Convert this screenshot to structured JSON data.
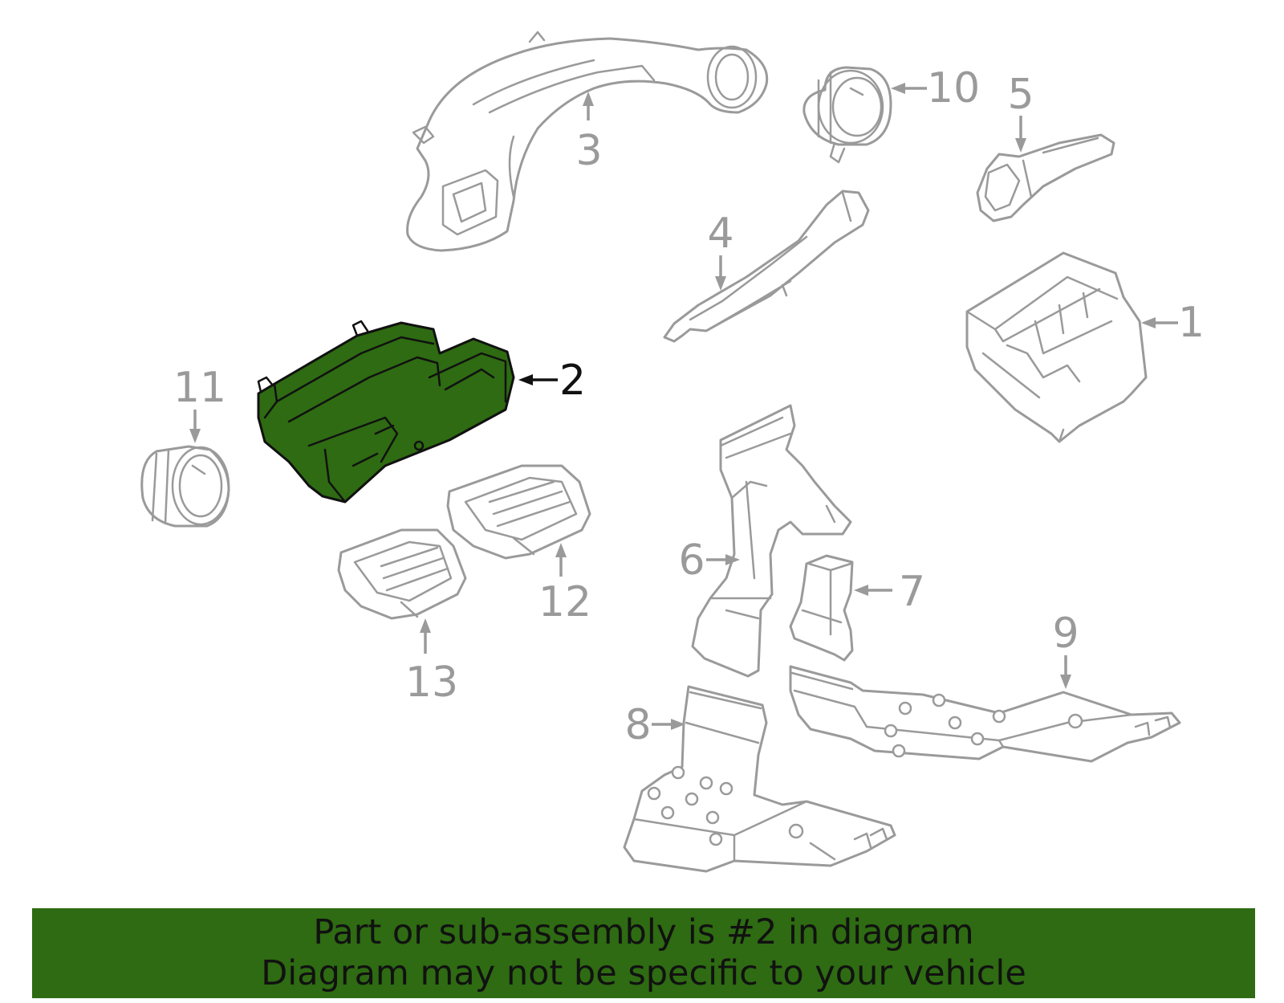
{
  "colors": {
    "highlight_fill": "#2e6b12",
    "banner_bg": "#2e6b12",
    "outline": "#9a9a9a",
    "highlight_outline": "#111111"
  },
  "callouts": {
    "c1": "1",
    "c2": "2",
    "c3": "3",
    "c4": "4",
    "c5": "5",
    "c6": "6",
    "c7": "7",
    "c8": "8",
    "c9": "9",
    "c10": "10",
    "c11": "11",
    "c12": "12",
    "c13": "13"
  },
  "highlighted_part": "2",
  "banner": {
    "line1": "Part or sub-assembly is #2 in diagram",
    "line2": "Diagram may not be specific to your vehicle"
  }
}
